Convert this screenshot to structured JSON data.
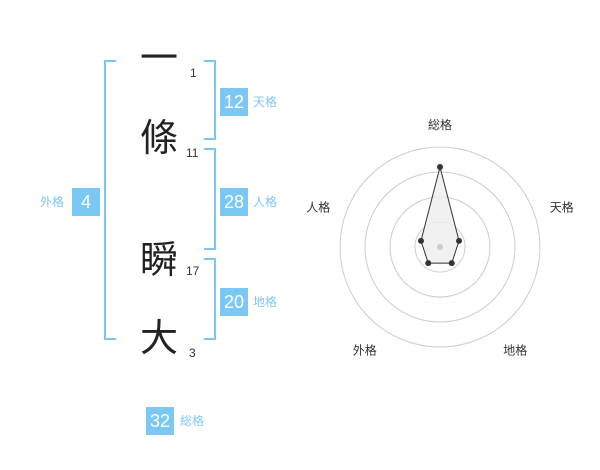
{
  "name": {
    "chars": [
      "一",
      "條",
      "瞬",
      "大"
    ],
    "strokes": [
      "1",
      "11",
      "17",
      "3"
    ]
  },
  "kakusu": {
    "tenkaku": {
      "value": "12",
      "label": "天格"
    },
    "jinkaku": {
      "value": "28",
      "label": "人格"
    },
    "chikaku": {
      "value": "20",
      "label": "地格"
    },
    "gaikaku": {
      "value": "4",
      "label": "外格"
    },
    "soukaku": {
      "value": "32",
      "label": "総格"
    }
  },
  "chart_data": {
    "type": "radar",
    "axes": [
      "総格",
      "天格",
      "地格",
      "外格",
      "人格"
    ],
    "values": [
      4,
      1,
      1,
      1,
      1
    ],
    "rmax": 5,
    "grid_rings": 4,
    "colors": {
      "fill": "#eeeeee",
      "line": "#333333",
      "grid": "#cccccc",
      "accent": "#7cc8f5"
    }
  }
}
